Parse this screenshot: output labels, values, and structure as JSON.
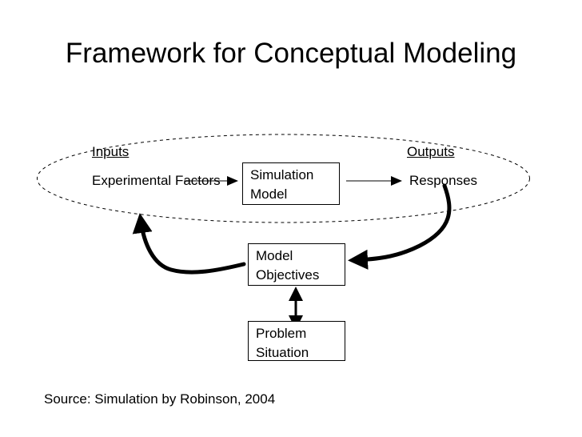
{
  "slide": {
    "title": "Framework for Conceptual Modeling",
    "background_color": "#ffffff",
    "text_color": "#000000"
  },
  "diagram": {
    "type": "conceptual-model-framework",
    "boundary": {
      "shape": "ellipse",
      "style": "dashed",
      "stroke_color": "#000000",
      "semantic": "simulation-model-system-boundary"
    },
    "region_labels": [
      {
        "id": "inputs",
        "text": "Inputs",
        "underlined": true
      },
      {
        "id": "outputs",
        "text": "Outputs",
        "underlined": true
      }
    ],
    "free_labels": [
      {
        "id": "experimental-factors",
        "line1": "Experimental",
        "line2": "Factors"
      },
      {
        "id": "responses",
        "text": "Responses"
      }
    ],
    "boxes": [
      {
        "id": "simulation-model",
        "line1": "Simulation",
        "line2": "Model"
      },
      {
        "id": "model-objectives",
        "line1": "Model",
        "line2": "Objectives"
      },
      {
        "id": "problem-situation",
        "line1": "Problem",
        "line2": "Situation"
      }
    ],
    "connectors": [
      {
        "id": "factors-to-model",
        "from": "experimental-factors",
        "to": "simulation-model",
        "style": "straight",
        "color": "#808080",
        "arrowhead": "end"
      },
      {
        "id": "model-to-responses",
        "from": "simulation-model",
        "to": "responses",
        "style": "straight",
        "color": "#808080",
        "arrowhead": "end"
      },
      {
        "id": "responses-to-objectives",
        "from": "responses",
        "to": "model-objectives",
        "style": "thick-curve",
        "color": "#000000",
        "arrowhead": "end"
      },
      {
        "id": "objectives-to-factors",
        "from": "model-objectives",
        "to": "experimental-factors",
        "style": "thick-curve",
        "color": "#000000",
        "arrowhead": "end"
      },
      {
        "id": "objectives-problem-situation",
        "from": "model-objectives",
        "to": "problem-situation",
        "style": "straight-vertical",
        "color": "#000000",
        "arrowhead": "both"
      }
    ]
  },
  "source_note": "Source: Simulation by Robinson, 2004"
}
